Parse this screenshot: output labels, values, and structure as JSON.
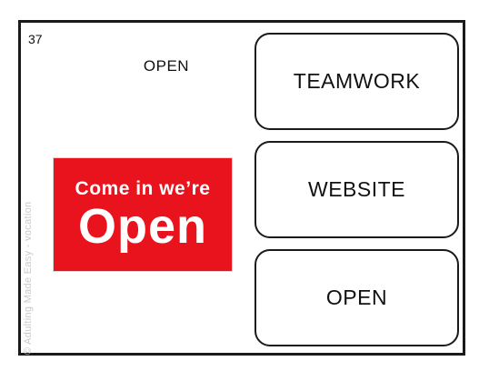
{
  "card": {
    "number": "37",
    "prompt": "OPEN",
    "watermark": "© Adulting Made Easy - vocation"
  },
  "sign": {
    "line1": "Come in we’re",
    "line2": "Open",
    "background_color": "#e8131c",
    "text_color": "#ffffff"
  },
  "choices": [
    {
      "label": "TEAMWORK"
    },
    {
      "label": "WEBSITE"
    },
    {
      "label": "OPEN"
    }
  ]
}
